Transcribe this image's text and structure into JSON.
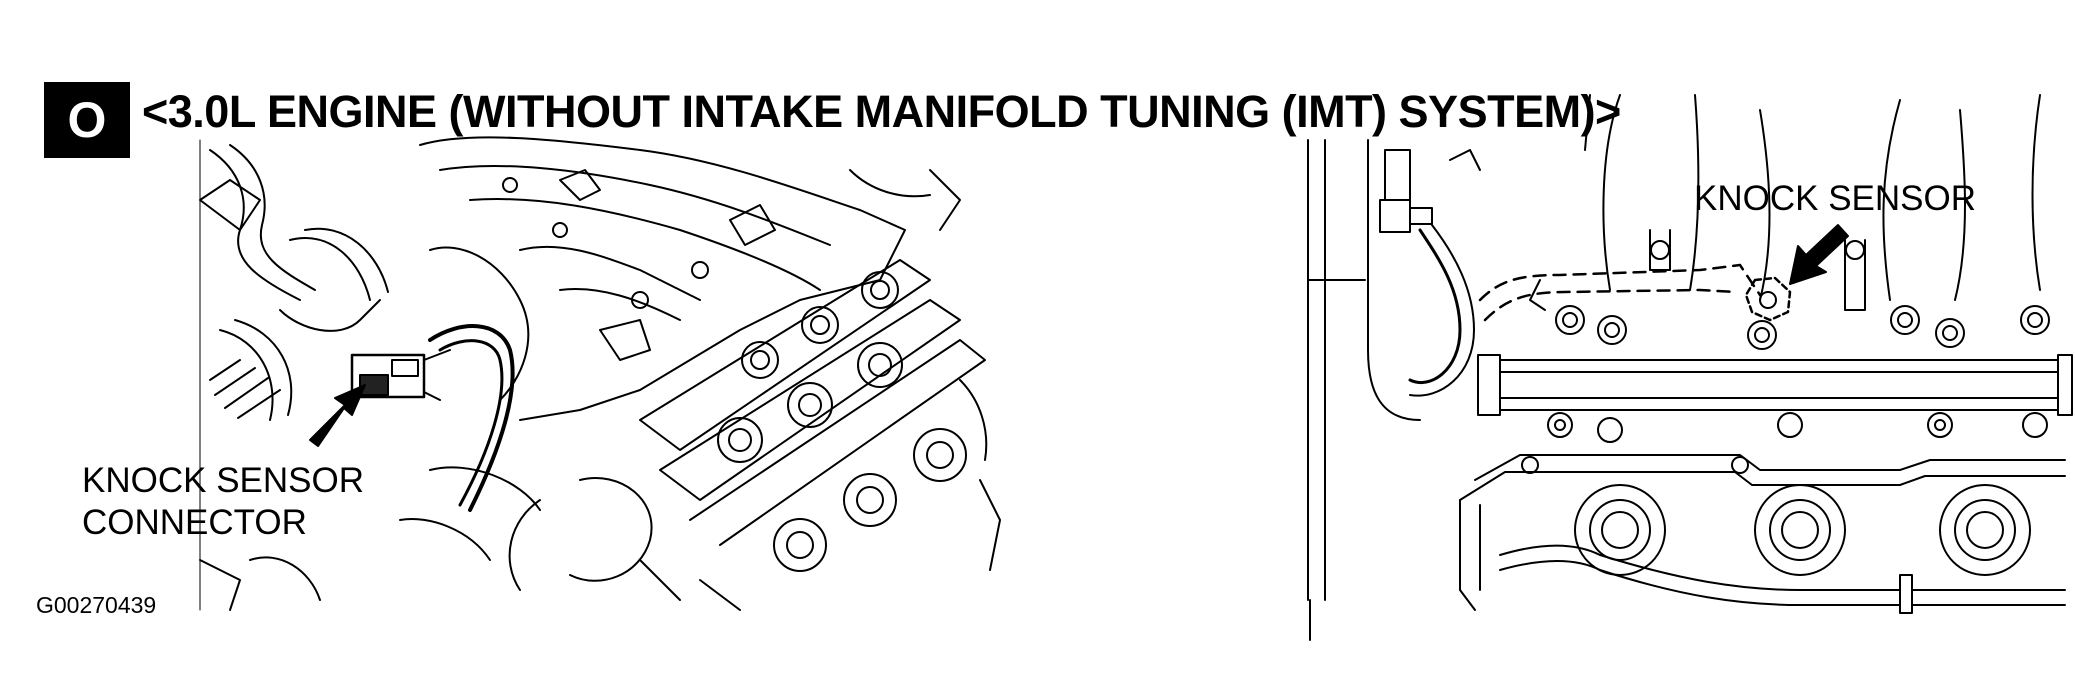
{
  "header": {
    "badge_letter": "O",
    "title": "<3.0L ENGINE (WITHOUT INTAKE MANIFOLD TUNING (IMT) SYSTEM)>"
  },
  "left_view": {
    "label_line1": "KNOCK SENSOR",
    "label_line2": "CONNECTOR"
  },
  "right_view": {
    "label": "KNOCK SENSOR"
  },
  "figure_code": "G00270439",
  "colors": {
    "ink": "#000000",
    "paper": "#ffffff"
  }
}
